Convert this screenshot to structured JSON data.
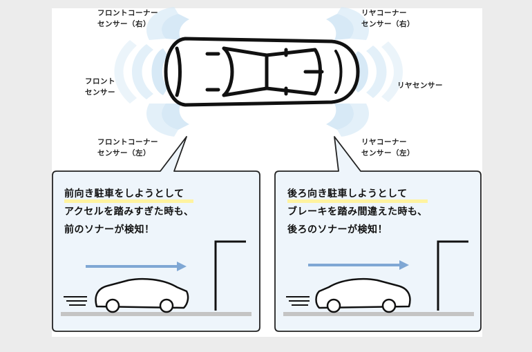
{
  "sensors": {
    "front_corner_right": [
      "フロントコーナー",
      "センサー（右）"
    ],
    "front": [
      "フロント",
      "センサー"
    ],
    "front_corner_left": [
      "フロントコーナー",
      "センサー（左）"
    ],
    "rear_corner_right": [
      "リヤコーナー",
      "センサー（右）"
    ],
    "rear": [
      "リヤセンサー"
    ],
    "rear_corner_left": [
      "リヤコーナー",
      "センサー（左）"
    ]
  },
  "callouts": {
    "front": {
      "lines": [
        "前向き駐車をしようとして",
        "アクセルを踏みすぎた時も、",
        "前のソナーが検知！"
      ],
      "highlight": [
        true,
        false,
        false
      ]
    },
    "rear": {
      "lines": [
        "後ろ向き駐車しようとして",
        "ブレーキを踏み間違えた時も、",
        "後ろのソナーが検知！"
      ],
      "highlight": [
        true,
        false,
        false
      ]
    }
  },
  "colors": {
    "wave": "#d7e9f6",
    "arrow": "#7fa7d4",
    "callout_bg": "#eef5fb",
    "ground": "#c4c4c4",
    "highlight": "#fff3a0"
  }
}
